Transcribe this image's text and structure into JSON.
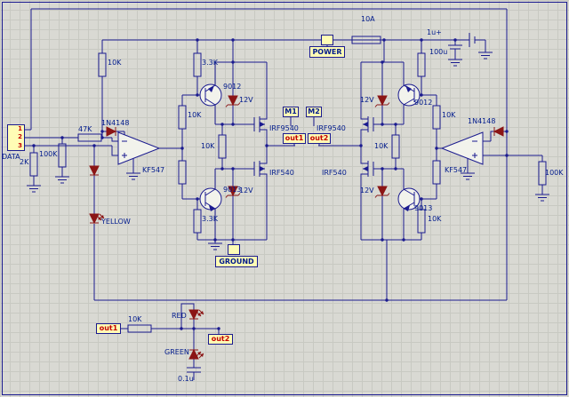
{
  "colors": {
    "wire": "#1a1a8f",
    "device": "#8b1515",
    "port_fill": "#fffcb5",
    "text": "#001a8c",
    "net_text": "#c40000",
    "grid_bg": "#d9d9d3"
  },
  "ports": {
    "power": "POWER",
    "ground": "GROUND",
    "m1": "M1",
    "m2": "M2",
    "out1_mid": "out1",
    "out2_mid": "out2",
    "out1_bottom": "out1",
    "out2_bottom": "out2"
  },
  "connector": {
    "label": "DATA",
    "pins": [
      "1",
      "2",
      "3"
    ]
  },
  "labels": {
    "fuse_rating": "10A",
    "cap_plus": "1u+",
    "cap_bulk": "100u",
    "r_series_data": "47K",
    "r_pulldown_data": "2K",
    "r_bias_left": "100K",
    "d_clamp_left": "1N4148",
    "opamp_left": "KF547",
    "r_pullup_left": "10K",
    "r_base_top_left": "3.3K",
    "q_top_left": "9012",
    "zener_top_left": "12V",
    "r_drive_top_left": "10K",
    "r_gate_left": "10K",
    "fet_top_left": "IRF9540",
    "fet_bottom_left": "IRF540",
    "zener_bottom_left": "12V",
    "q_bottom_left": "9013",
    "r_base_bottom_left": "3.3K",
    "led_yellow": "YELLOW",
    "fet_top_right": "IRF9540",
    "fet_bottom_right": "IRF540",
    "zener_top_right": "12V",
    "zener_bottom_right": "12V",
    "q_top_right": "9012",
    "q_bottom_right": "9013",
    "r_gate_right": "10K",
    "r_drive_top_right": "10K",
    "r_base_bottom_right": "10K",
    "opamp_right": "KF547",
    "d_clamp_right": "1N4148",
    "r_bias_right": "100K",
    "r_led_series": "10K",
    "led_red": "RED",
    "led_green": "GREEN",
    "cap_filter": "0.1u"
  }
}
